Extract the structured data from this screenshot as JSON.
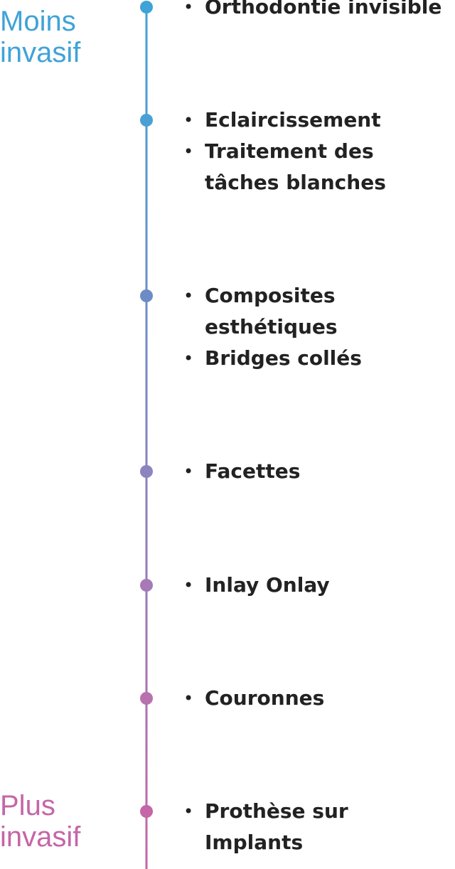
{
  "labels": {
    "top": {
      "text": "Moins\ninvasif",
      "color": "#3fa3d7"
    },
    "bottom": {
      "text": "Plus\ninvasif",
      "color": "#c466a7"
    }
  },
  "colors": {
    "line_start": "#3fa3d7",
    "line_end": "#c466a7",
    "bullet": "#222222"
  },
  "steps": [
    {
      "color": "#3fa3d7",
      "items": [
        "Orthodontie invisible"
      ]
    },
    {
      "color": "#4aa0d5",
      "items": [
        "Eclaircissement",
        "Traitement des tâches blanches"
      ]
    },
    {
      "color": "#6d8cc6",
      "items": [
        "Composites esthétiques",
        "Bridges collés"
      ]
    },
    {
      "color": "#8c84bf",
      "items": [
        "Facettes"
      ]
    },
    {
      "color": "#a57ab6",
      "items": [
        "Inlay Onlay"
      ]
    },
    {
      "color": "#b871ae",
      "items": [
        "Couronnes"
      ]
    },
    {
      "color": "#c466a7",
      "items": [
        "Prothèse sur Implants"
      ]
    }
  ]
}
